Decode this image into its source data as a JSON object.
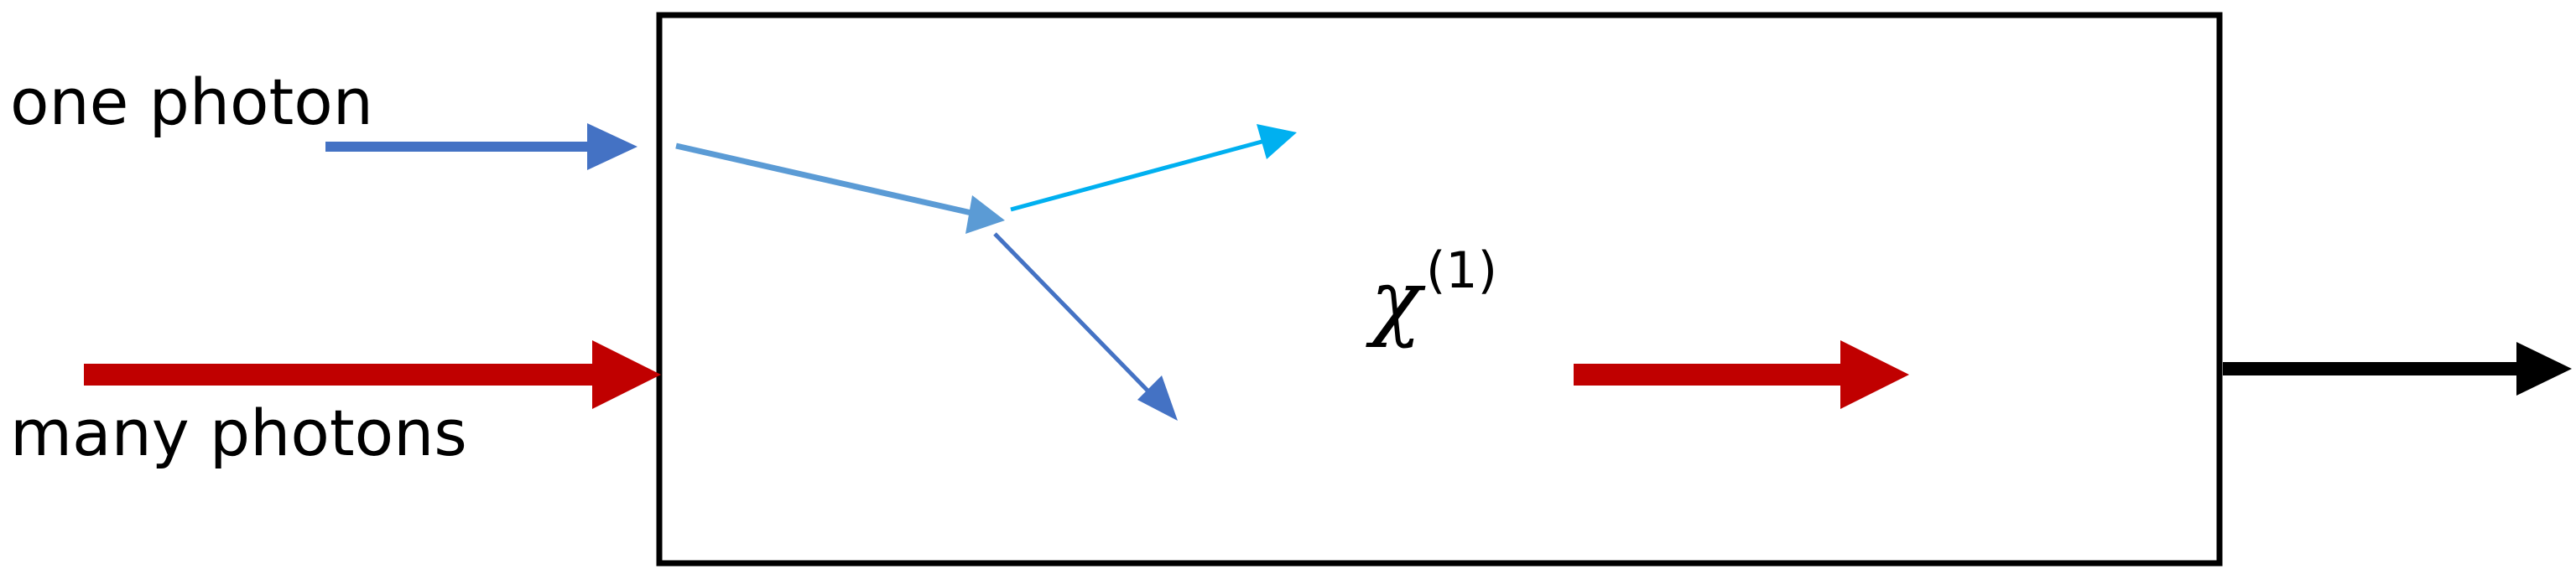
{
  "labels": {
    "one_photon": "one photon",
    "many_photons": "many photons"
  },
  "medium": {
    "symbol": "χ",
    "order": "(1)"
  },
  "colors": {
    "box_border": "#000000",
    "single_photon_in": "#4472C4",
    "scattered_path": "#5B9BD5",
    "scattered_up": "#00B0F0",
    "scattered_down": "#4472C4",
    "many_photons": "#C00000",
    "output": "#000000"
  }
}
